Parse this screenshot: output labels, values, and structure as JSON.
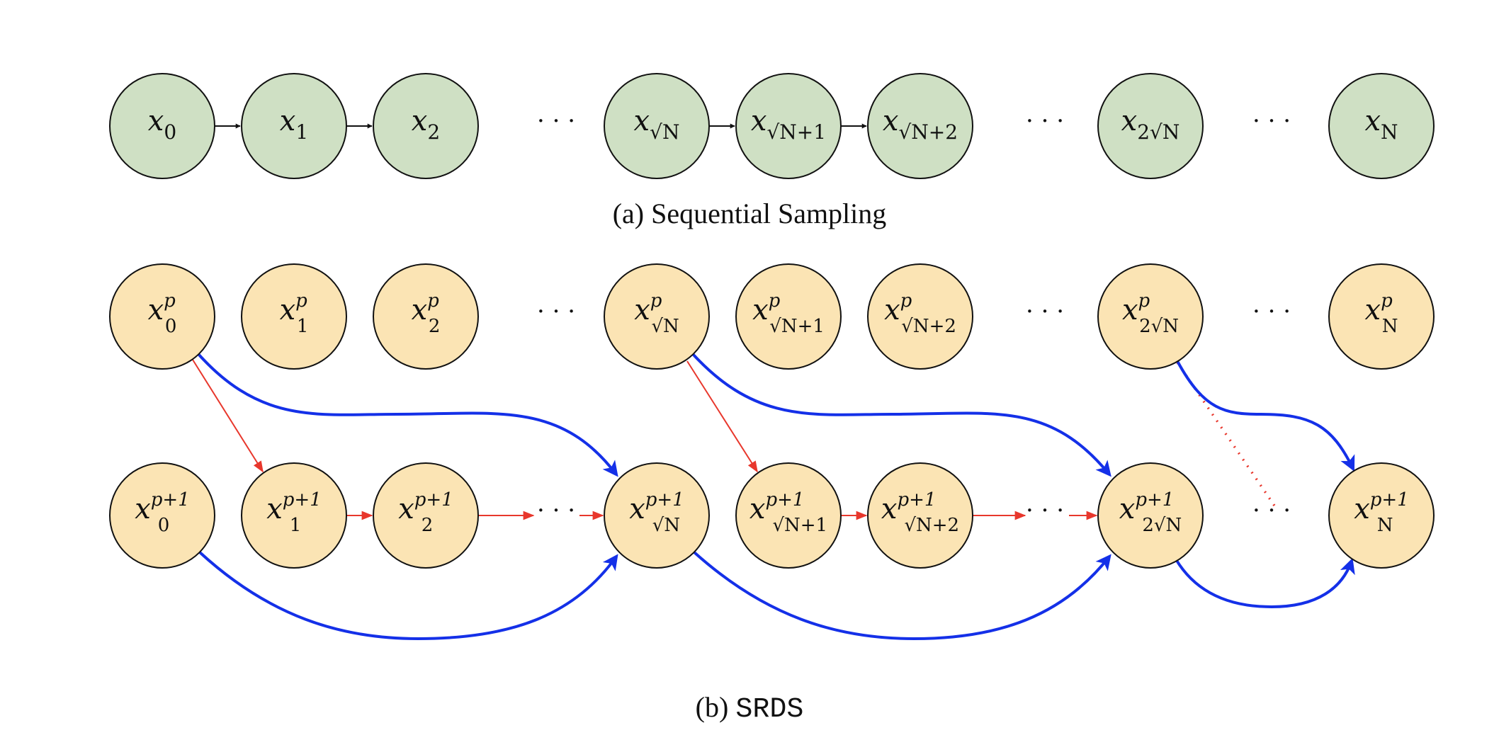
{
  "colors": {
    "green_fill": "#cfe0c4",
    "yellow_fill": "#fbe4b4",
    "node_stroke": "#111111",
    "black_arrow": "#111111",
    "red_arrow": "#e8372c",
    "blue_arrow": "#1430e8"
  },
  "captions": {
    "a": "(a) Sequential Sampling",
    "b_prefix": "(b) ",
    "b_name": "SRDS"
  },
  "ellipsis": "· · ·",
  "sequential": {
    "nodes": [
      {
        "base": "x",
        "sub": "0",
        "sub_sqrt": ""
      },
      {
        "base": "x",
        "sub": "1",
        "sub_sqrt": ""
      },
      {
        "base": "x",
        "sub": "2",
        "sub_sqrt": ""
      },
      {
        "base": "x",
        "sub": "",
        "sub_sqrt": "N"
      },
      {
        "base": "x",
        "sub": "+1",
        "sub_sqrt": "N"
      },
      {
        "base": "x",
        "sub": "+2",
        "sub_sqrt": "N"
      },
      {
        "base": "x",
        "sub": "2",
        "sub_sqrt": "N",
        "sqrt_after_prefix": true
      },
      {
        "base": "x",
        "sub": "N",
        "sub_sqrt": ""
      }
    ]
  },
  "srds_top": {
    "sup": "p",
    "nodes": [
      {
        "sub": "0"
      },
      {
        "sub": "1"
      },
      {
        "sub": "2"
      },
      {
        "sub": "√N"
      },
      {
        "sub": "√N+1"
      },
      {
        "sub": "√N+2"
      },
      {
        "sub": "2√N"
      },
      {
        "sub": "N"
      }
    ]
  },
  "srds_bottom": {
    "sup": "p+1",
    "nodes": [
      {
        "sub": "0"
      },
      {
        "sub": "1"
      },
      {
        "sub": "2"
      },
      {
        "sub": "√N"
      },
      {
        "sub": "√N+1"
      },
      {
        "sub": "√N+2"
      },
      {
        "sub": "2√N"
      },
      {
        "sub": "N"
      }
    ]
  }
}
